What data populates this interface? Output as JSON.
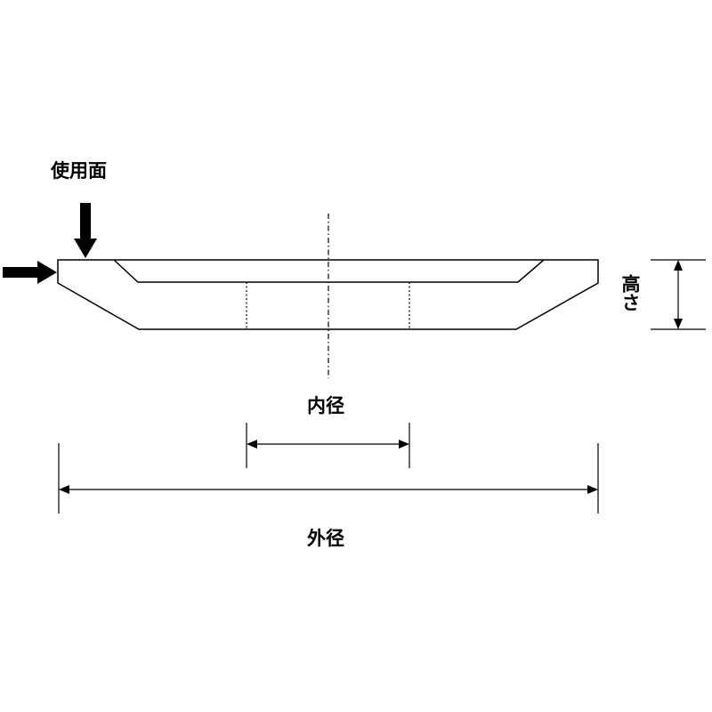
{
  "labels": {
    "working_surface": "使用面",
    "height": "高さ",
    "inner_diameter": "内径",
    "outer_diameter": "外径"
  }
}
